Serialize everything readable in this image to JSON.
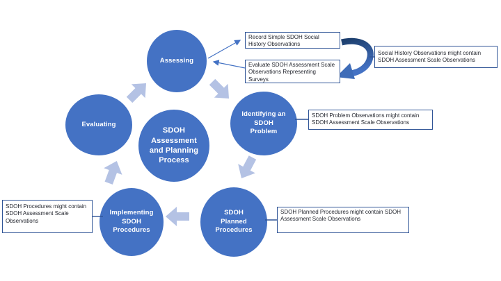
{
  "diagram": {
    "title_semantics": "SDOH Assessment and Planning Process cycle diagram",
    "center_circle": {
      "label": "SDOH\nAssessment\nand Planning\nProcess"
    },
    "cycle_steps": [
      {
        "id": "assessing",
        "label": "Assessing"
      },
      {
        "id": "identifying",
        "label": "Identifying an\nSDOH\nProblem"
      },
      {
        "id": "planned",
        "label": "SDOH\nPlanned\nProcedures"
      },
      {
        "id": "implementing",
        "label": "Implementing\nSDOH\nProcedures"
      },
      {
        "id": "evaluating",
        "label": "Evaluating"
      }
    ],
    "callouts": [
      {
        "id": "record",
        "text": "Record Simple SDOH Social\nHistory Observations"
      },
      {
        "id": "evaluate",
        "text": "Evaluate SDOH Assessment Scale\nObservations Representing\nSurveys"
      },
      {
        "id": "social-history",
        "text": "Social History Observations might contain\nSDOH Assessment Scale Observations"
      },
      {
        "id": "problem",
        "text": "SDOH Problem Observations might contain\nSDOH Assessment Scale Observations"
      },
      {
        "id": "planned-procedures",
        "text": "SDOH Planned Procedures might contain SDOH\nAssessment Scale Observations"
      },
      {
        "id": "procedures",
        "text": "SDOH Procedures might contain\nSDOH Assessment Scale\nObservations"
      }
    ],
    "colors": {
      "circle_fill": "#4472C4",
      "cycle_arrow_fill": "#B4C2E4",
      "callout_border": "#2F5496",
      "connector_line": "#4472C4",
      "curved_arrow_dark": "#1D3F6E",
      "curved_arrow_light": "#4472C4",
      "circle_text": "#FFFFFF",
      "callout_text": "#23262E"
    }
  }
}
